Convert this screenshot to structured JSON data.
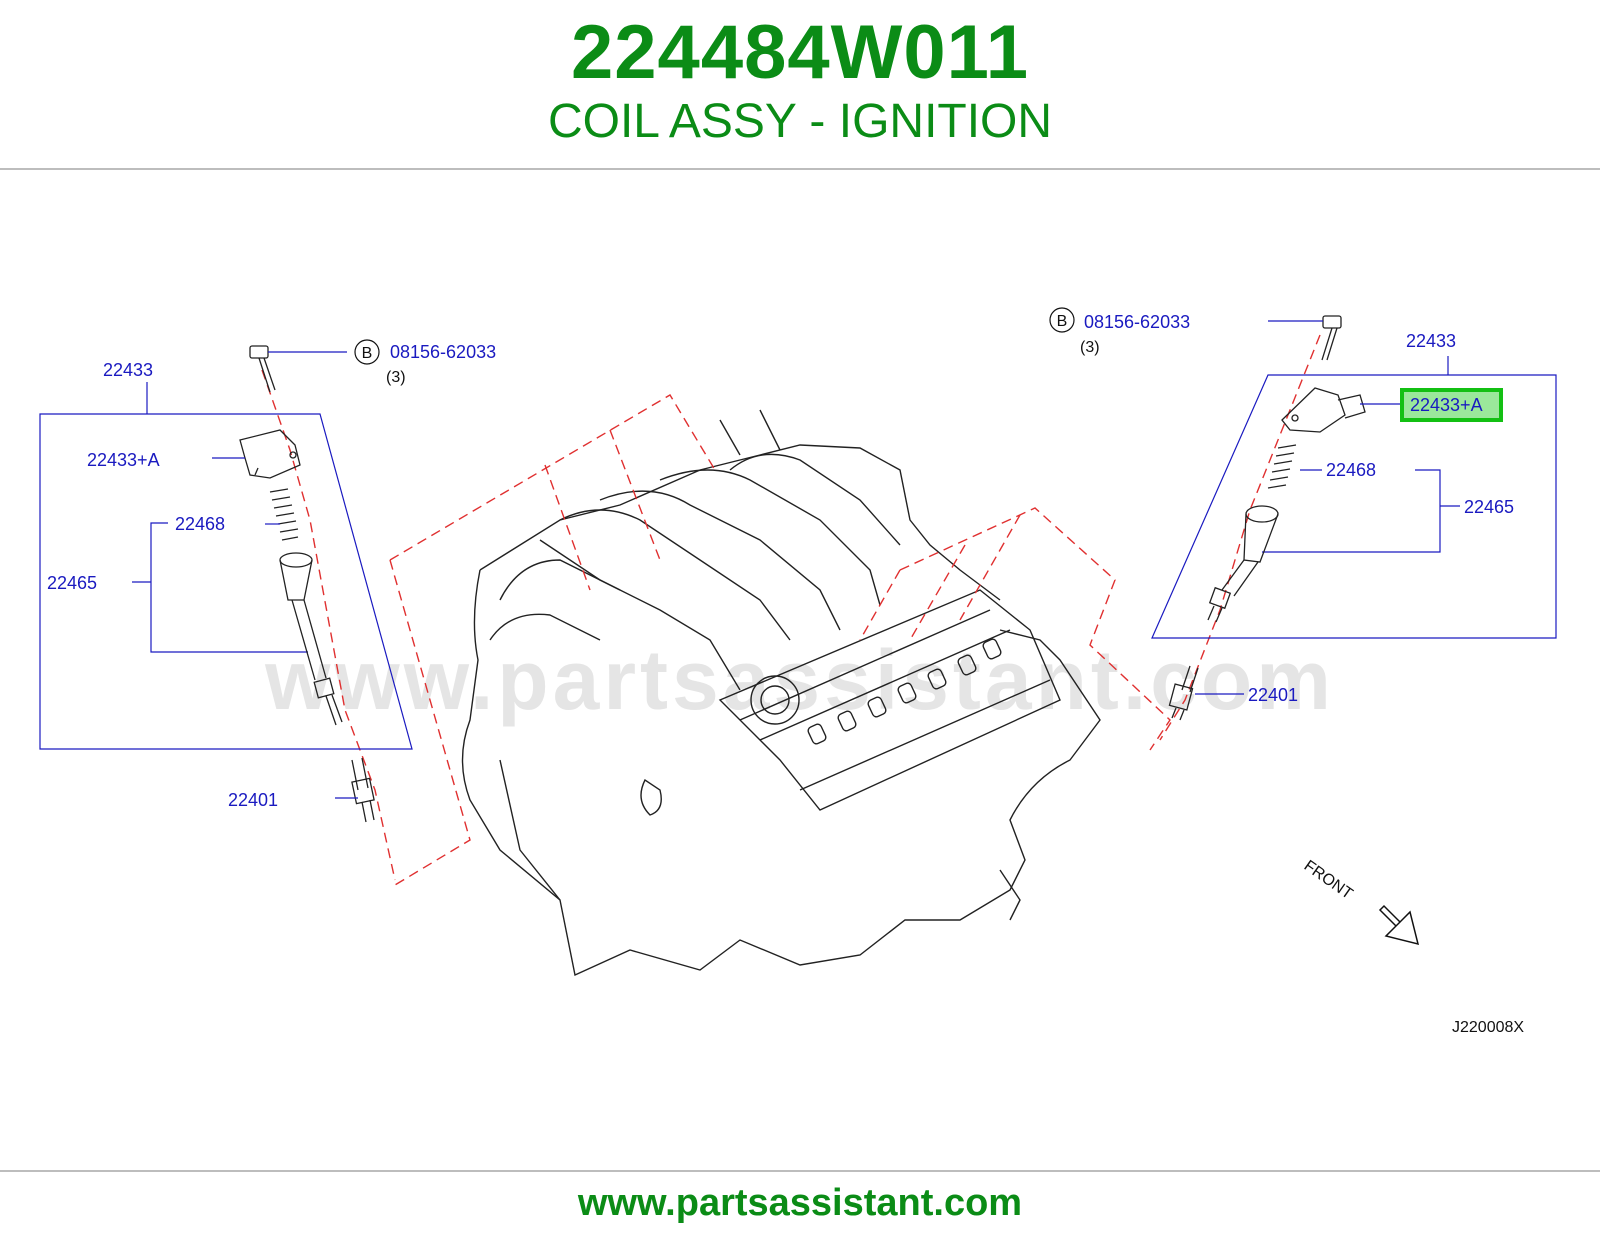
{
  "header": {
    "part_number": "224484W011",
    "part_name": "COIL ASSY - IGNITION"
  },
  "footer": {
    "url": "www.partsassistant.com"
  },
  "watermark": "www.partsassistant.com",
  "diagram": {
    "left_group": {
      "assembly": "22433",
      "coil": "22433+A",
      "spring": "22468",
      "boot": "22465",
      "spark_plug": "22401",
      "bolt_marker": "B",
      "bolt": "08156-62033",
      "bolt_qty": "(3)"
    },
    "right_group": {
      "assembly": "22433",
      "coil": "22433+A",
      "spring": "22468",
      "boot": "22465",
      "spark_plug": "22401",
      "bolt_marker": "B",
      "bolt": "08156-62033",
      "bolt_qty": "(3)"
    },
    "front_label": "FRONT",
    "drawing_code": "J220008X"
  },
  "colors": {
    "brand_green": "#0b8c16",
    "callout_blue": "#1a1ac0",
    "highlight_green": "#13c013",
    "highlight_fill": "#9be89b",
    "dash_red": "#e03030"
  }
}
